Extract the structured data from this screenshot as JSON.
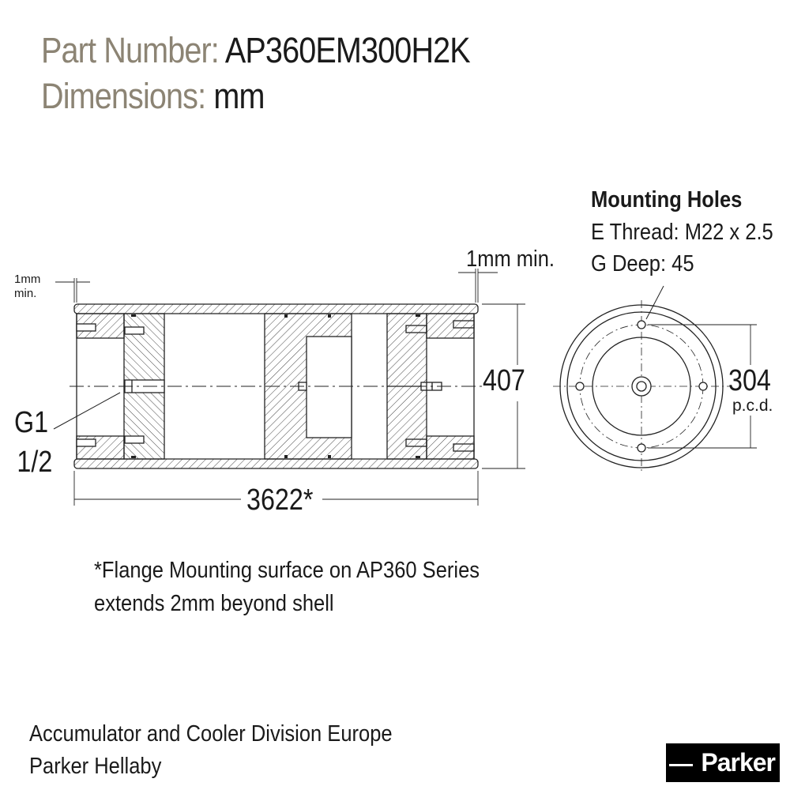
{
  "header": {
    "part_number_label": "Part Number:",
    "part_number_value": "AP360EM300H2K",
    "dimensions_label": "Dimensions:",
    "dimensions_value": "mm"
  },
  "drawing": {
    "left_clearance": [
      "1mm",
      "min."
    ],
    "right_clearance": "1mm min.",
    "port_label": [
      "G1",
      "1/2"
    ],
    "diameter_dim": "407",
    "length_dim": "3622*"
  },
  "mounting_holes": {
    "title": "Mounting Holes",
    "thread": "E Thread: M22 x 2.5",
    "depth": "G Deep: 45",
    "pcd_value": "304",
    "pcd_label": "p.c.d."
  },
  "note": [
    "*Flange Mounting surface on AP360 Series",
    "extends 2mm beyond shell"
  ],
  "footer": {
    "division": "Accumulator and Cooler Division Europe",
    "site": "Parker Hellaby",
    "logo_text": "Parker"
  }
}
